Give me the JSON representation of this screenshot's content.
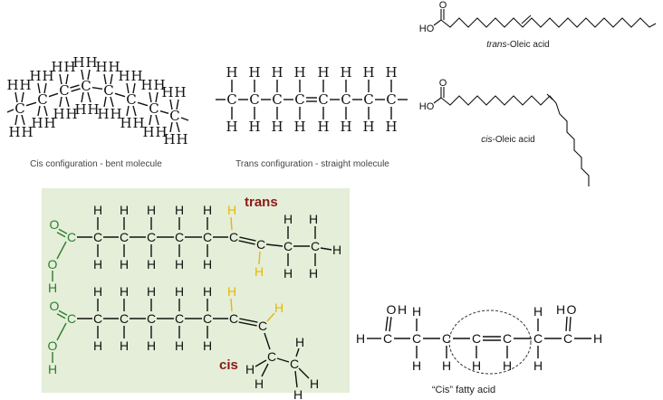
{
  "panel_cis_bent": {
    "caption": "Cis configuration - bent molecule"
  },
  "panel_trans_straight": {
    "caption": "Trans configuration - straight molecule"
  },
  "trans_oleic": {
    "caption_italic": "trans",
    "caption_rest": "-Oleic acid",
    "label_ho": "HO",
    "label_o": "O"
  },
  "cis_oleic": {
    "caption_italic": "cis",
    "caption_rest": "-Oleic acid",
    "label_ho": "HO",
    "label_o": "O"
  },
  "green_panel": {
    "label_trans": "trans",
    "label_cis": "cis"
  },
  "cis_fatty_acid": {
    "caption": "“Cis” fatty acid"
  },
  "atoms": {
    "c": "C",
    "h": "H",
    "o": "O"
  },
  "colors": {
    "panel_bg": "#e4eed8",
    "green_atom": "#2e7d32",
    "yellow_h": "#e6b800",
    "label_red": "#8b1a1a"
  }
}
